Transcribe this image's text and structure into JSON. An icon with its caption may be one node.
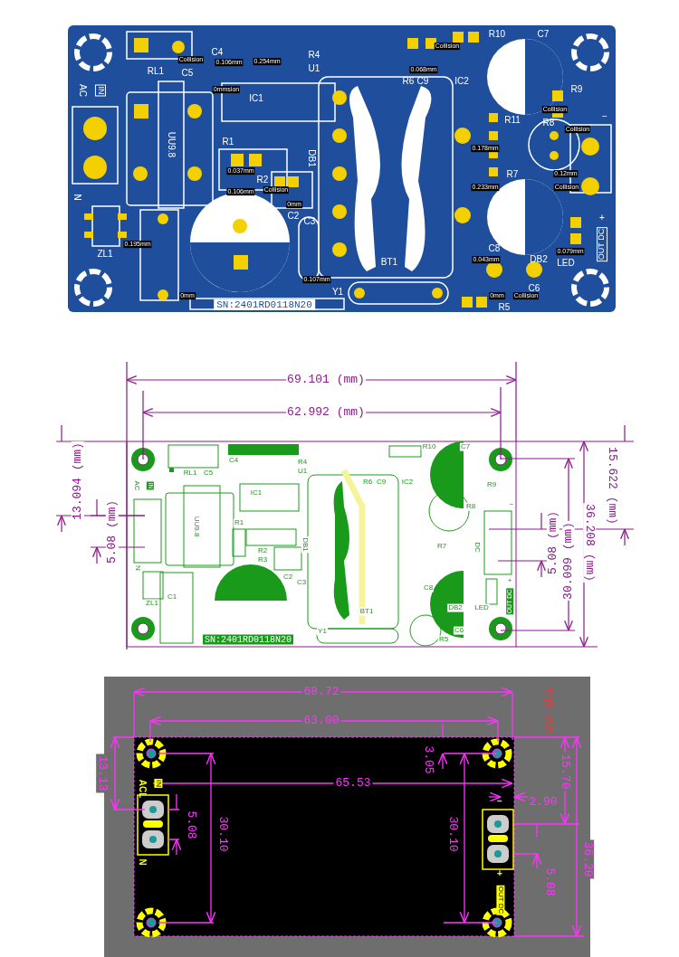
{
  "diagram": {
    "labels": [
      "RL1",
      "C5",
      "C4",
      "Collision",
      "0.106mm",
      "0.254mm",
      "R4",
      "U1",
      "0mmsion",
      "IC1",
      "AC",
      "IN",
      "UU9.8",
      "R1",
      "DB1",
      "0.037mm",
      "R2",
      "Collision",
      "0.106mm",
      "0mm",
      "C2",
      "C3",
      "N",
      "ZL1",
      "0.195mm",
      "0mm",
      "SN:2401RD0118N20",
      "0.107mm",
      "Y1",
      "R10",
      "C7",
      "Collision",
      "0.068mm",
      "R6",
      "C9",
      "IC2",
      "R9",
      "R11",
      "Collision",
      "R8",
      "Collision",
      "−",
      "0.178mm",
      "R7",
      "0.12mm",
      "0.233mm",
      "Collision",
      "+",
      "OUT DC",
      "BT1",
      "C8",
      "0.043mm",
      "DB2",
      "LED",
      "0.079mm",
      "C6",
      "0mm",
      "Collision",
      "R5",
      "69.101 (mm)",
      "62.992 (mm)",
      "13.094 (mm)",
      "5.08 (mm)",
      "5.08 (mm)",
      "30.099 (mm)",
      "36.208 (mm)",
      "15.622 (mm)",
      "RL1",
      "C5",
      "C4",
      "R4",
      "U1",
      "IC1",
      "AC",
      "IN",
      "UU9.8",
      "R1",
      "DB1",
      "R2",
      "R3",
      "C2",
      "C3",
      "N",
      "C1",
      "ZL1",
      "SN:2401RD0118N20",
      "Y1",
      "BT1",
      "R10",
      "C7",
      "R6",
      "C9",
      "IC2",
      "R9",
      "R8",
      "−",
      "R7",
      "DC",
      "+",
      "OUT DC",
      "C8",
      "DB2",
      "LED",
      "C6",
      "R5",
      "68.72",
      "63.00",
      "13.13",
      "65.53",
      "5.08",
      "30.10",
      "3.05",
      "30.10",
      "2.90",
      "15.70",
      "36.20",
      "5.08",
      "ACL",
      "IN",
      "N",
      "−",
      "+",
      "OUT DC",
      "单位: mm"
    ]
  }
}
